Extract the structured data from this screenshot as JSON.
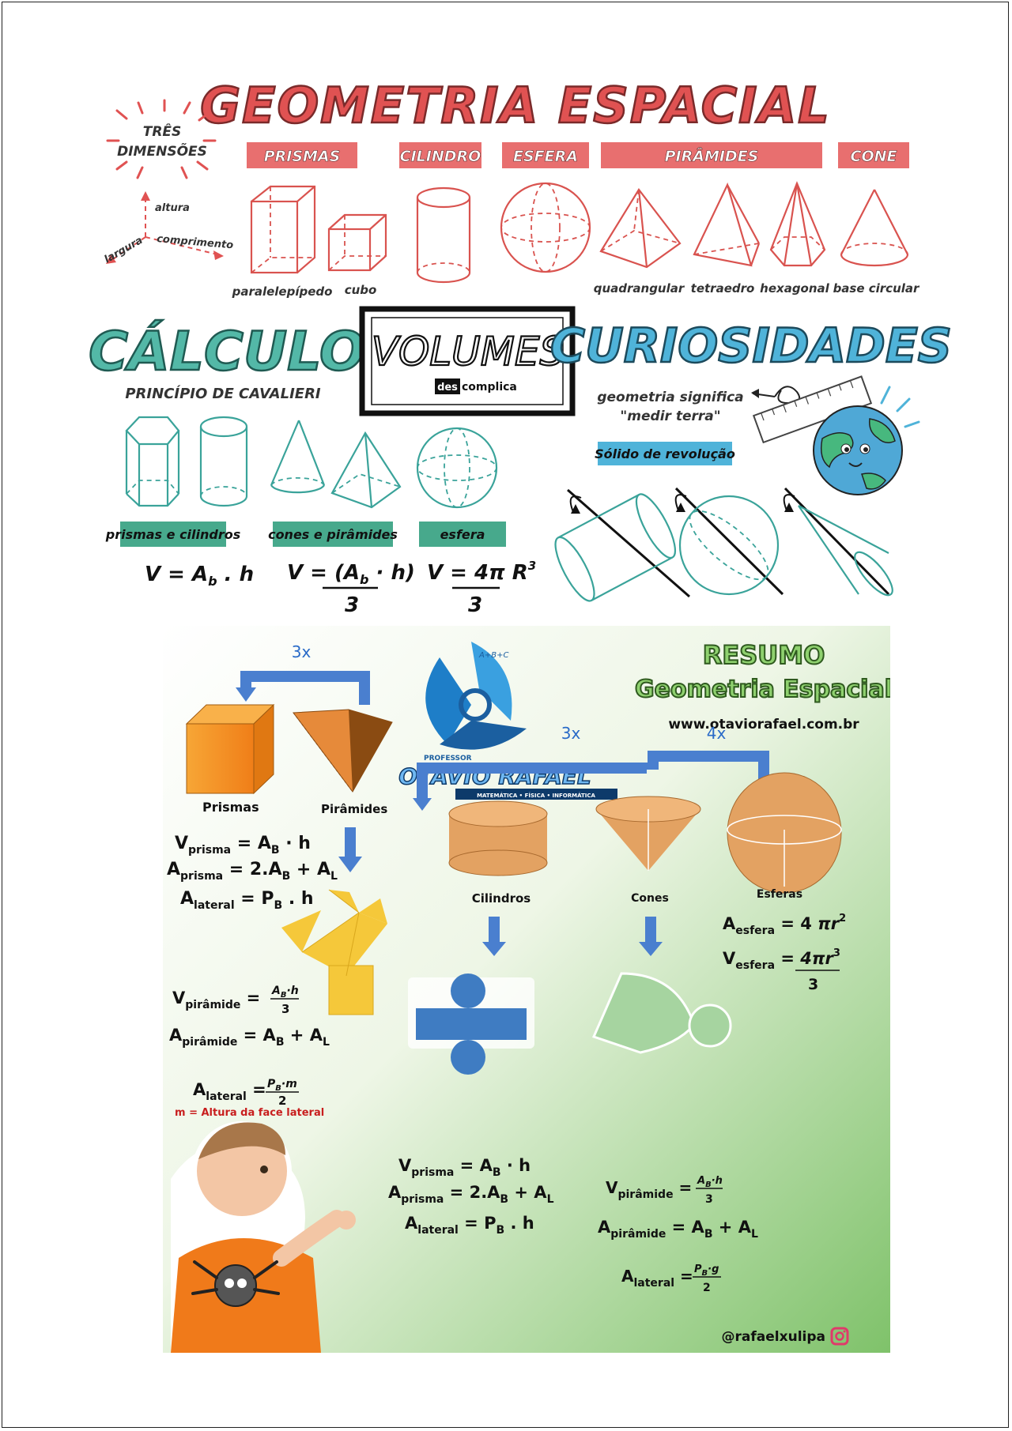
{
  "top": {
    "title": "GEOMETRIA ESPACIAL",
    "tres_dimensoes": [
      "TRÊS",
      "DIMENSÕES"
    ],
    "axes": {
      "altura": "altura",
      "comprimento": "comprimento",
      "largura": "largura"
    },
    "categories": [
      "PRISMAS",
      "CILINDRO",
      "ESFERA",
      "PIRÂMIDES",
      "CONE"
    ],
    "shape_labels": [
      "paralelepípedo",
      "cubo",
      "quadrangular",
      "tetraedro",
      "hexagonal",
      "base circular"
    ],
    "calculo": "CÁLCULO",
    "cavalieri": "PRINCÍPIO DE CAVALIERI",
    "volumes": "VOLUMES",
    "brand": {
      "des": "des",
      "complica": "complica"
    },
    "curiosidades": "CURIOSIDADES",
    "geometria_significa": [
      "geometria significa",
      "\"medir terra\""
    ],
    "solido": "Sólido de revolução",
    "formula_labels": [
      "prismas e cilindros",
      "cones e pirâmides",
      "esfera"
    ],
    "formulas": {
      "f1": {
        "v": "V = A",
        "sub": "b",
        "rest": " . h"
      },
      "f2": {
        "v": "V = (A",
        "sub": "b",
        "rest": " · h)",
        "den": "3"
      },
      "f3": {
        "v": "V = 4π R",
        "sup": "3",
        "den": "3"
      }
    },
    "colors": {
      "red": "#e46a6a",
      "teal": "#3aa39a",
      "tealLabel": "#47a98c",
      "blueLabel": "#4fb3d9"
    }
  },
  "bottom": {
    "resumo": "RESUMO",
    "subtitle": "Geometria Espacial",
    "site": "www.otaviorafael.com.br",
    "logo": {
      "professor": "PROFESSOR",
      "name": "OTÁVIO RAFAEL",
      "sub": "MATEMÁTICA • FÍSICA • INFORMÁTICA",
      "abc": "A+B+C"
    },
    "mult": {
      "a": "3x",
      "b": "3x",
      "c": "4x"
    },
    "labels": {
      "prismas": "Prismas",
      "piramides": "Pirâmides",
      "cilindros": "Cilindros",
      "cones": "Cones",
      "esferas": "Esferas"
    },
    "left_formulas": {
      "v_prisma": {
        "a": "V",
        "sub": "prisma",
        "b": " = A",
        "sub2": "B",
        "c": " · h"
      },
      "a_prisma": {
        "a": "A",
        "sub": "prisma",
        "b": " = 2.A",
        "sub2": "B",
        "c": " + A",
        "sub3": "L"
      },
      "a_lateral": {
        "a": "A",
        "sub": "lateral",
        "b": " = P",
        "sub2": "B",
        "c": " . h"
      },
      "v_piramide": {
        "a": "V",
        "sub": "pirâmide",
        "num": "A",
        "numsub": "B",
        "numrest": "·h",
        "den": "3"
      },
      "a_piramide": {
        "a": "A",
        "sub": "pirâmide",
        "b": " = A",
        "sub2": "B",
        "c": " + A",
        "sub3": "L"
      },
      "a_lateral2": {
        "a": "A",
        "sub": "lateral",
        "num": "P",
        "numsub": "B",
        "numrest": "·m",
        "den": "2"
      },
      "note": "m = Altura da face lateral"
    },
    "esfera_formulas": {
      "a": {
        "a": "A",
        "sub": "esfera",
        "b": " = 4 ",
        "pi": "π",
        "r": "r",
        "sup": "2"
      },
      "v": {
        "a": "V",
        "sub": "esfera",
        "num": "4πr",
        "sup": "3",
        "den": "3"
      }
    },
    "mid_formulas": {
      "v": {
        "a": "V",
        "sub": "prisma",
        "b": " = A",
        "sub2": "B",
        "c": " · h"
      },
      "ap": {
        "a": "A",
        "sub": "prisma",
        "b": " = 2.A",
        "sub2": "B",
        "c": " + A",
        "sub3": "L"
      },
      "al": {
        "a": "A",
        "sub": "lateral",
        "b": " = P",
        "sub2": "B",
        "c": " . h"
      }
    },
    "right_formulas": {
      "v": {
        "a": "V",
        "sub": "pirâmide",
        "num": "A",
        "numsub": "B",
        "numrest": "·h",
        "den": "3"
      },
      "ap": {
        "a": "A",
        "sub": "pirâmide",
        "b": " = A",
        "sub2": "B",
        "c": " + A",
        "sub3": "L"
      },
      "al": {
        "a": "A",
        "sub": "lateral",
        "num": "P",
        "numsub": "B",
        "numrest": "·g",
        "den": "2"
      }
    },
    "handle": "@rafaelxulipa",
    "colors": {
      "blue": "#4a7fcf",
      "orange": "#e3a262",
      "yellow": "#f5c83a",
      "green": "#8fc98a",
      "red": "#c81e1e"
    }
  }
}
